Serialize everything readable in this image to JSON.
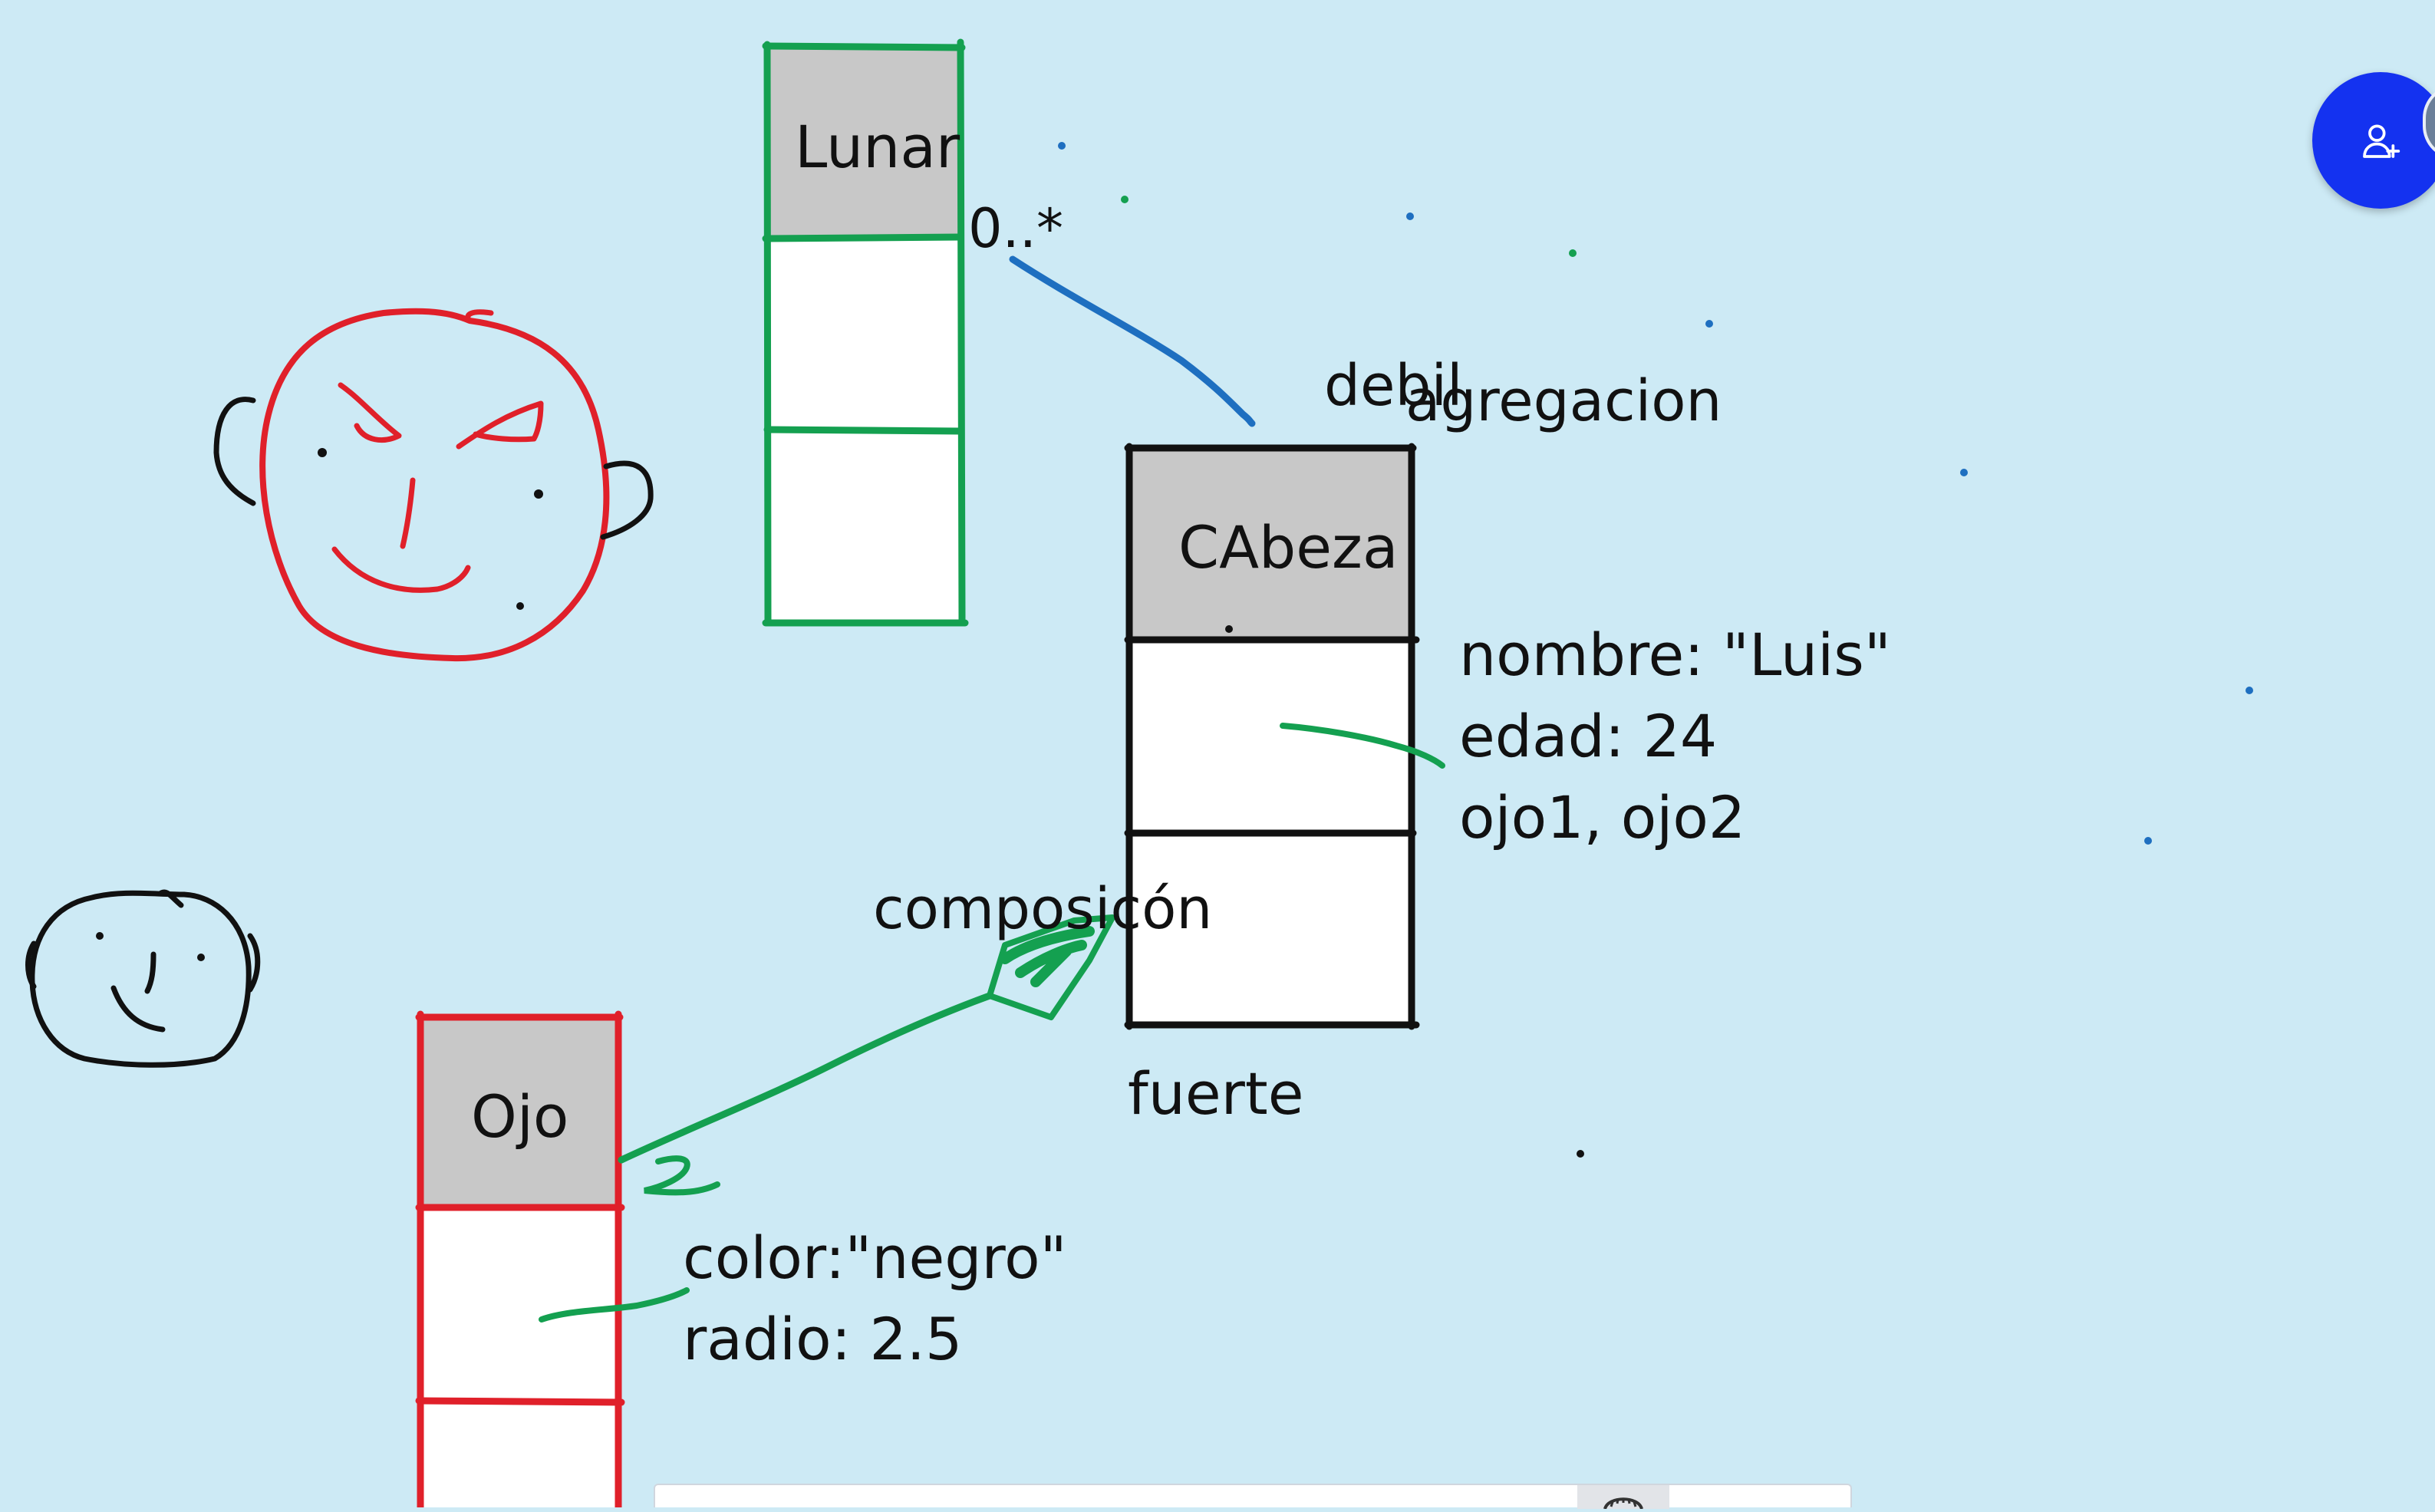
{
  "canvas": {
    "background": "#cdeaf5"
  },
  "classes": {
    "lunar": {
      "name": "Lunar",
      "color": "#14a050"
    },
    "cabeza": {
      "name": "CAbeza",
      "color": "#111111"
    },
    "ojo": {
      "name": "Ojo",
      "color": "#e0202a"
    }
  },
  "relations": {
    "multiplicity_lunar": "0..*",
    "debil": "debil",
    "agregacion": "agregacion",
    "composicion": "composicón",
    "fuerte": "fuerte",
    "multiplicity_ojo": "2"
  },
  "cabeza_attributes": {
    "line1": "nombre: \"Luis\"",
    "line2": "edad: 24",
    "line3": "ojo1, ojo2"
  },
  "ojo_attributes": {
    "line1": "color:\"negro\"",
    "line2": "radio: 2.5"
  },
  "controls": {
    "invite_icon": "add-person-icon",
    "invite_color": "#1432f0",
    "avatar": "avatar",
    "toolbar_tool_icon": "ruler-icon"
  }
}
